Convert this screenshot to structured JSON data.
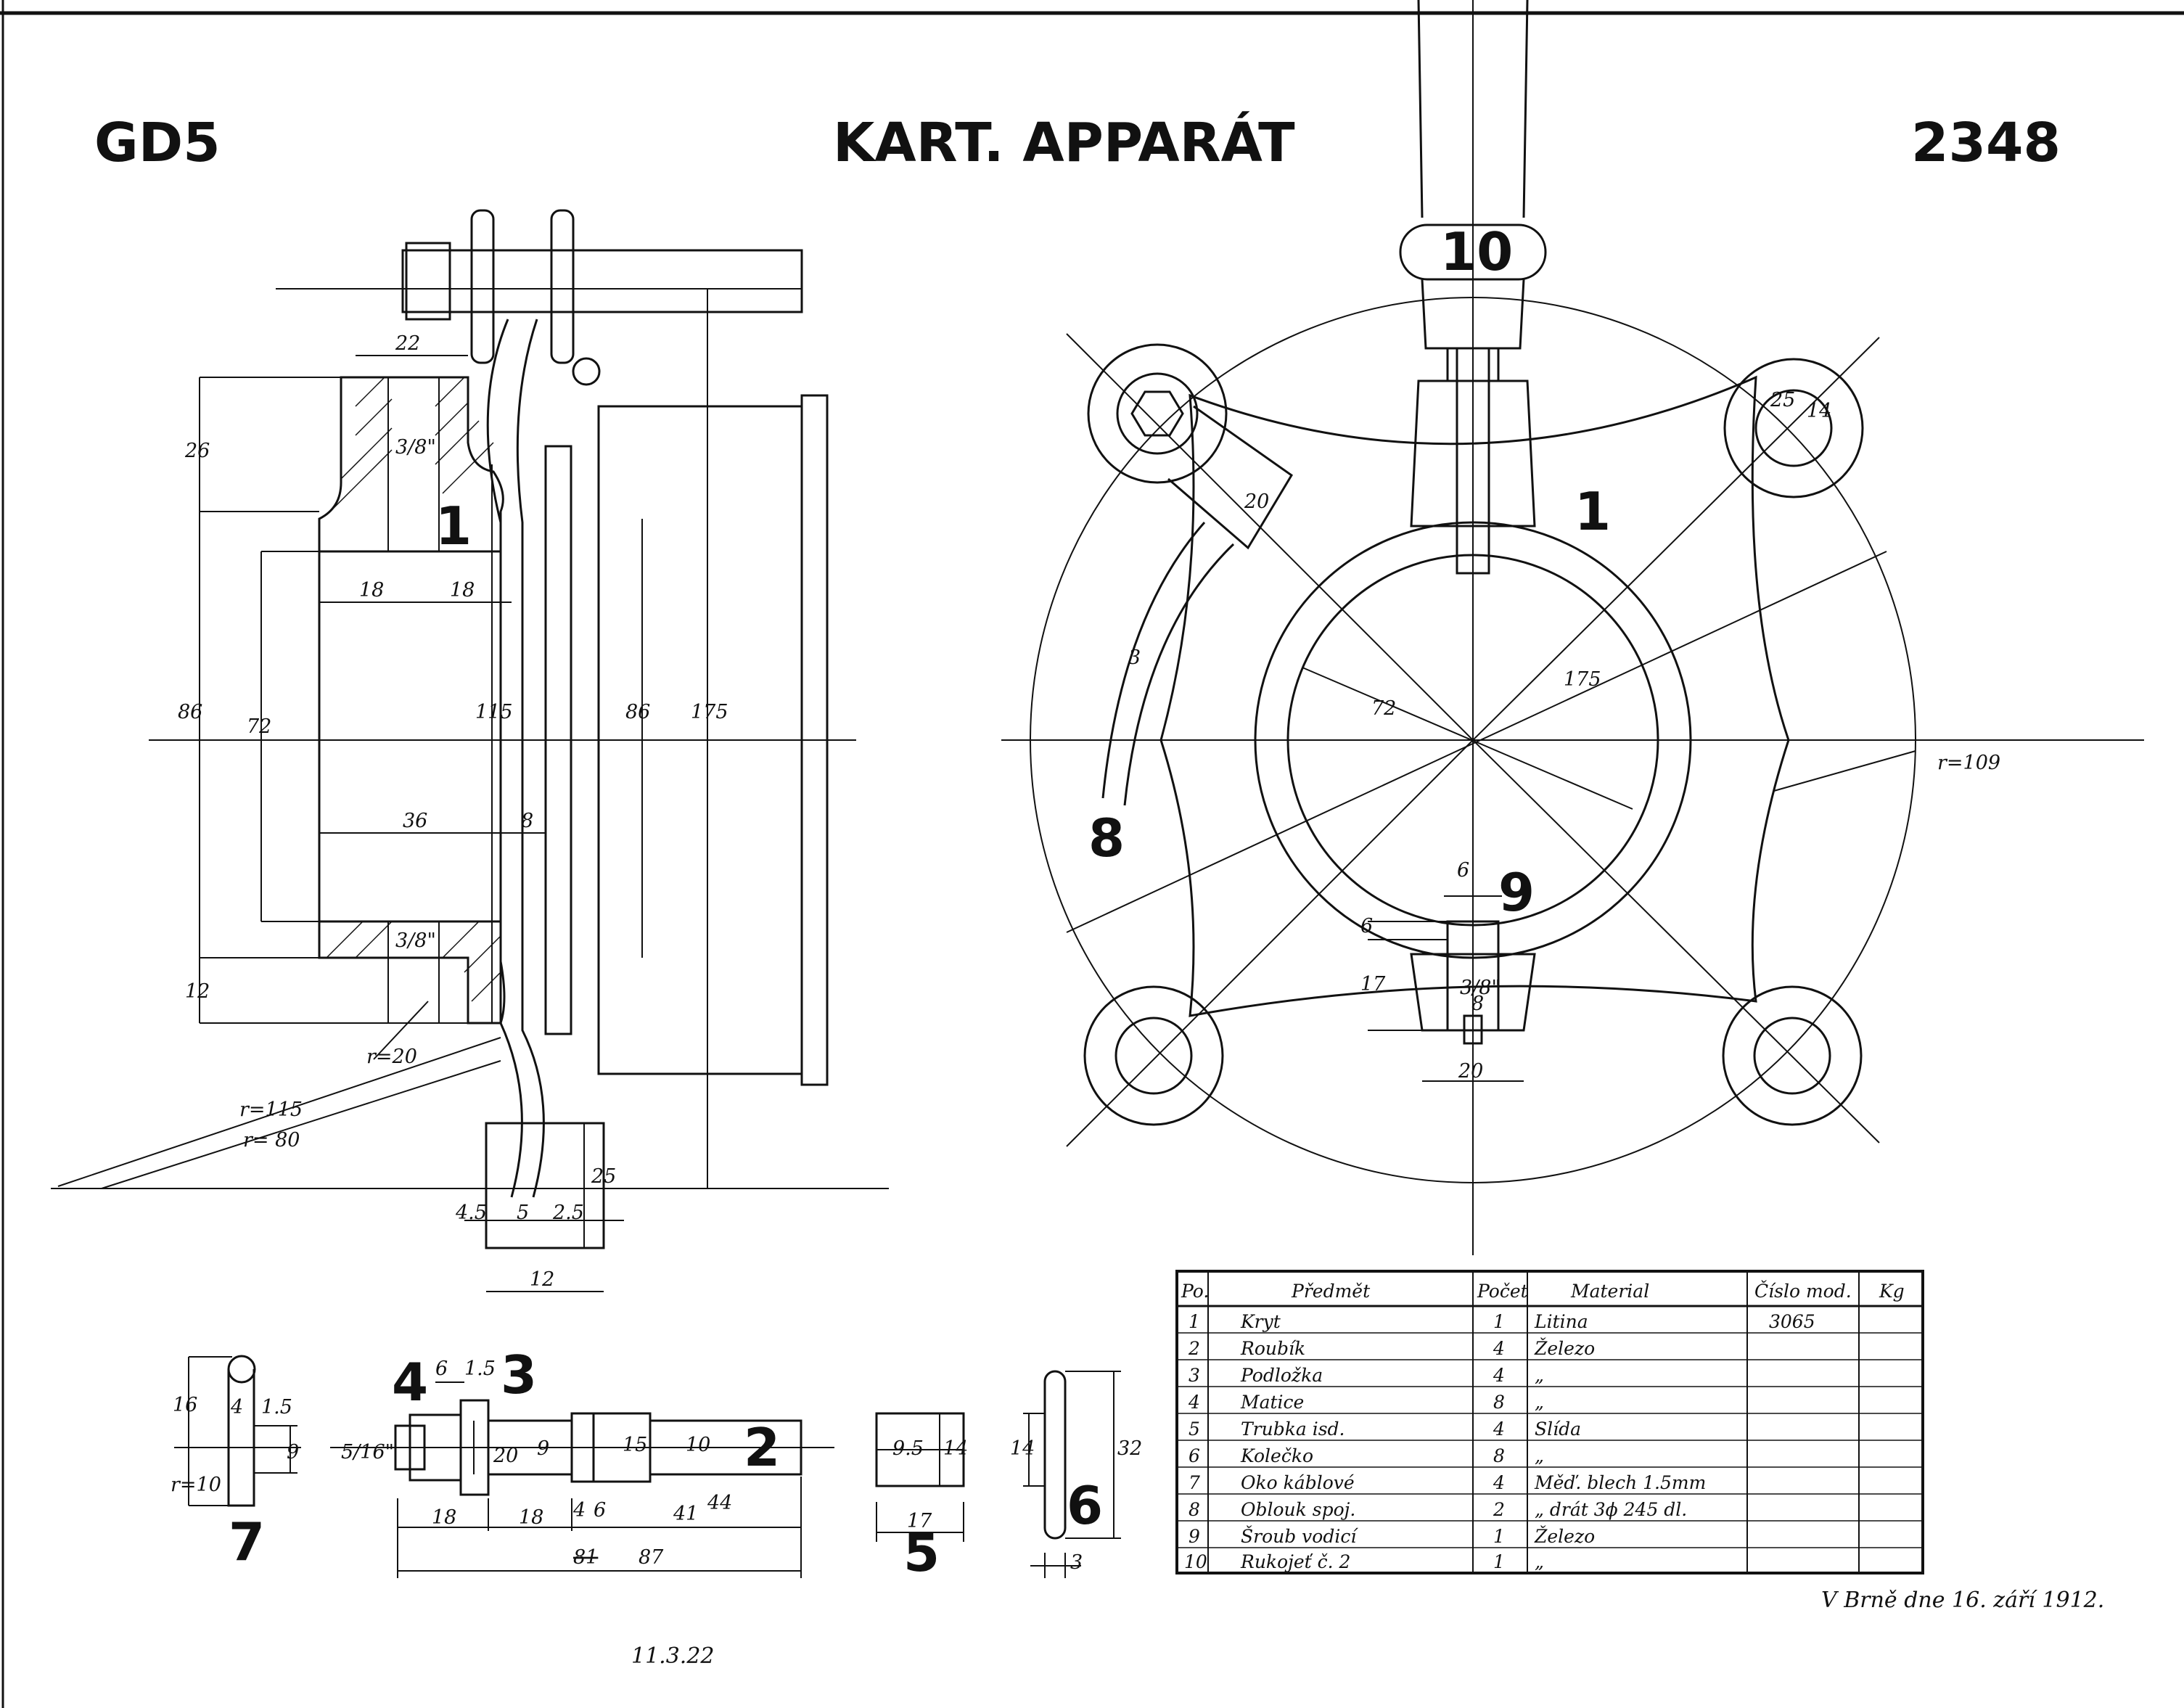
{
  "header": {
    "left": "GD5",
    "center": "KART. APPARÁT",
    "right": "2348"
  },
  "side_view": {
    "part_number": "1",
    "dimensions": {
      "d22": "22",
      "d26": "26",
      "d86": "86",
      "d72": "72",
      "d115": "115",
      "d86b": "86",
      "d175": "175",
      "d18a": "18",
      "d18b": "18",
      "d36": "36",
      "d8": "8",
      "d12": "12",
      "thread_top": "3/8\"",
      "thread_bottom": "3/8\"",
      "r20": "r=20",
      "r115": "r=115",
      "r80": "r= 80",
      "d25": "25",
      "d45": "4.5",
      "d5": "5",
      "d25b": "2.5",
      "d12b": "12"
    }
  },
  "front_view": {
    "labels": {
      "p10": "10",
      "p1": "1",
      "p8": "8",
      "p9": "9"
    },
    "dimensions": {
      "d72": "72",
      "d175": "175",
      "r109": "r=109",
      "d20": "20",
      "d3": "3",
      "d25": "25",
      "d14": "14",
      "d6a": "6",
      "d6b": "6",
      "d17": "17",
      "thread": "3/8\"",
      "d8": "8",
      "d20b": "20"
    }
  },
  "details": {
    "part7": {
      "label": "7",
      "d16": "16",
      "d4": "4",
      "d15": "1.5",
      "d9": "9",
      "r10": "r=10"
    },
    "bolt": {
      "label4": "4",
      "label3": "3",
      "label2": "2",
      "d6": "6",
      "d15": "1.5",
      "d516": "5/16\"",
      "d20": "20",
      "d9": "9",
      "d15b": "15",
      "d10": "10",
      "d18a": "18",
      "d18b": "18",
      "d4": "4",
      "d6b": "6",
      "d41": "41",
      "d44": "44",
      "d81": "81",
      "d87": "87"
    },
    "part5": {
      "label": "5",
      "d95": "9.5",
      "d14": "14",
      "d17": "17"
    },
    "part6": {
      "label": "6",
      "d14": "14",
      "d32": "32",
      "d3": "3"
    }
  },
  "parts_table": {
    "headers": [
      "Po.",
      "Předmět",
      "Počet",
      "Material",
      "Číslo mod.",
      "Kg"
    ],
    "rows": [
      [
        "1",
        "Kryt",
        "1",
        "Litina",
        "3065",
        ""
      ],
      [
        "2",
        "Roubík",
        "4",
        "Železo",
        "",
        ""
      ],
      [
        "3",
        "Podložka",
        "4",
        "„",
        "",
        ""
      ],
      [
        "4",
        "Matice",
        "8",
        "„",
        "",
        ""
      ],
      [
        "5",
        "Trubka isd.",
        "4",
        "Slída",
        "",
        ""
      ],
      [
        "6",
        "Kolečko",
        "8",
        "„",
        "",
        ""
      ],
      [
        "7",
        "Oko káblové",
        "4",
        "Měď. blech 1.5mm",
        "",
        ""
      ],
      [
        "8",
        "Oblouk spoj.",
        "2",
        "„ drát 3ϕ 245 dl.",
        "",
        ""
      ],
      [
        "9",
        "Šroub vodicí",
        "1",
        "Železo",
        "",
        ""
      ],
      [
        "10",
        "Rukojeť č. 2",
        "1",
        "„",
        "",
        ""
      ]
    ]
  },
  "signature": "V Brně dne 16. září 1912.",
  "note": "11.3.22",
  "colors": {
    "ink": "#111111",
    "paper": "#ffffff"
  }
}
